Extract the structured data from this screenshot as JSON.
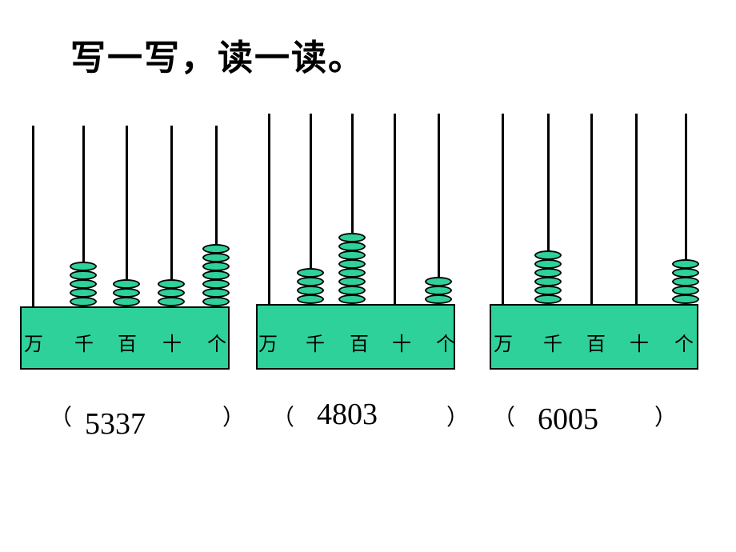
{
  "title": "写一写，读一读。",
  "place_labels": [
    "万",
    "千",
    "百",
    "十",
    "个"
  ],
  "open_paren": "（",
  "close_paren": "）",
  "bead_color": "#2fd19a",
  "abaci": [
    {
      "beads": [
        0,
        5,
        3,
        3,
        7
      ],
      "answer": "5337"
    },
    {
      "beads": [
        0,
        4,
        8,
        0,
        3
      ],
      "answer": "4803"
    },
    {
      "beads": [
        0,
        6,
        0,
        0,
        5
      ],
      "answer": "6005"
    }
  ]
}
